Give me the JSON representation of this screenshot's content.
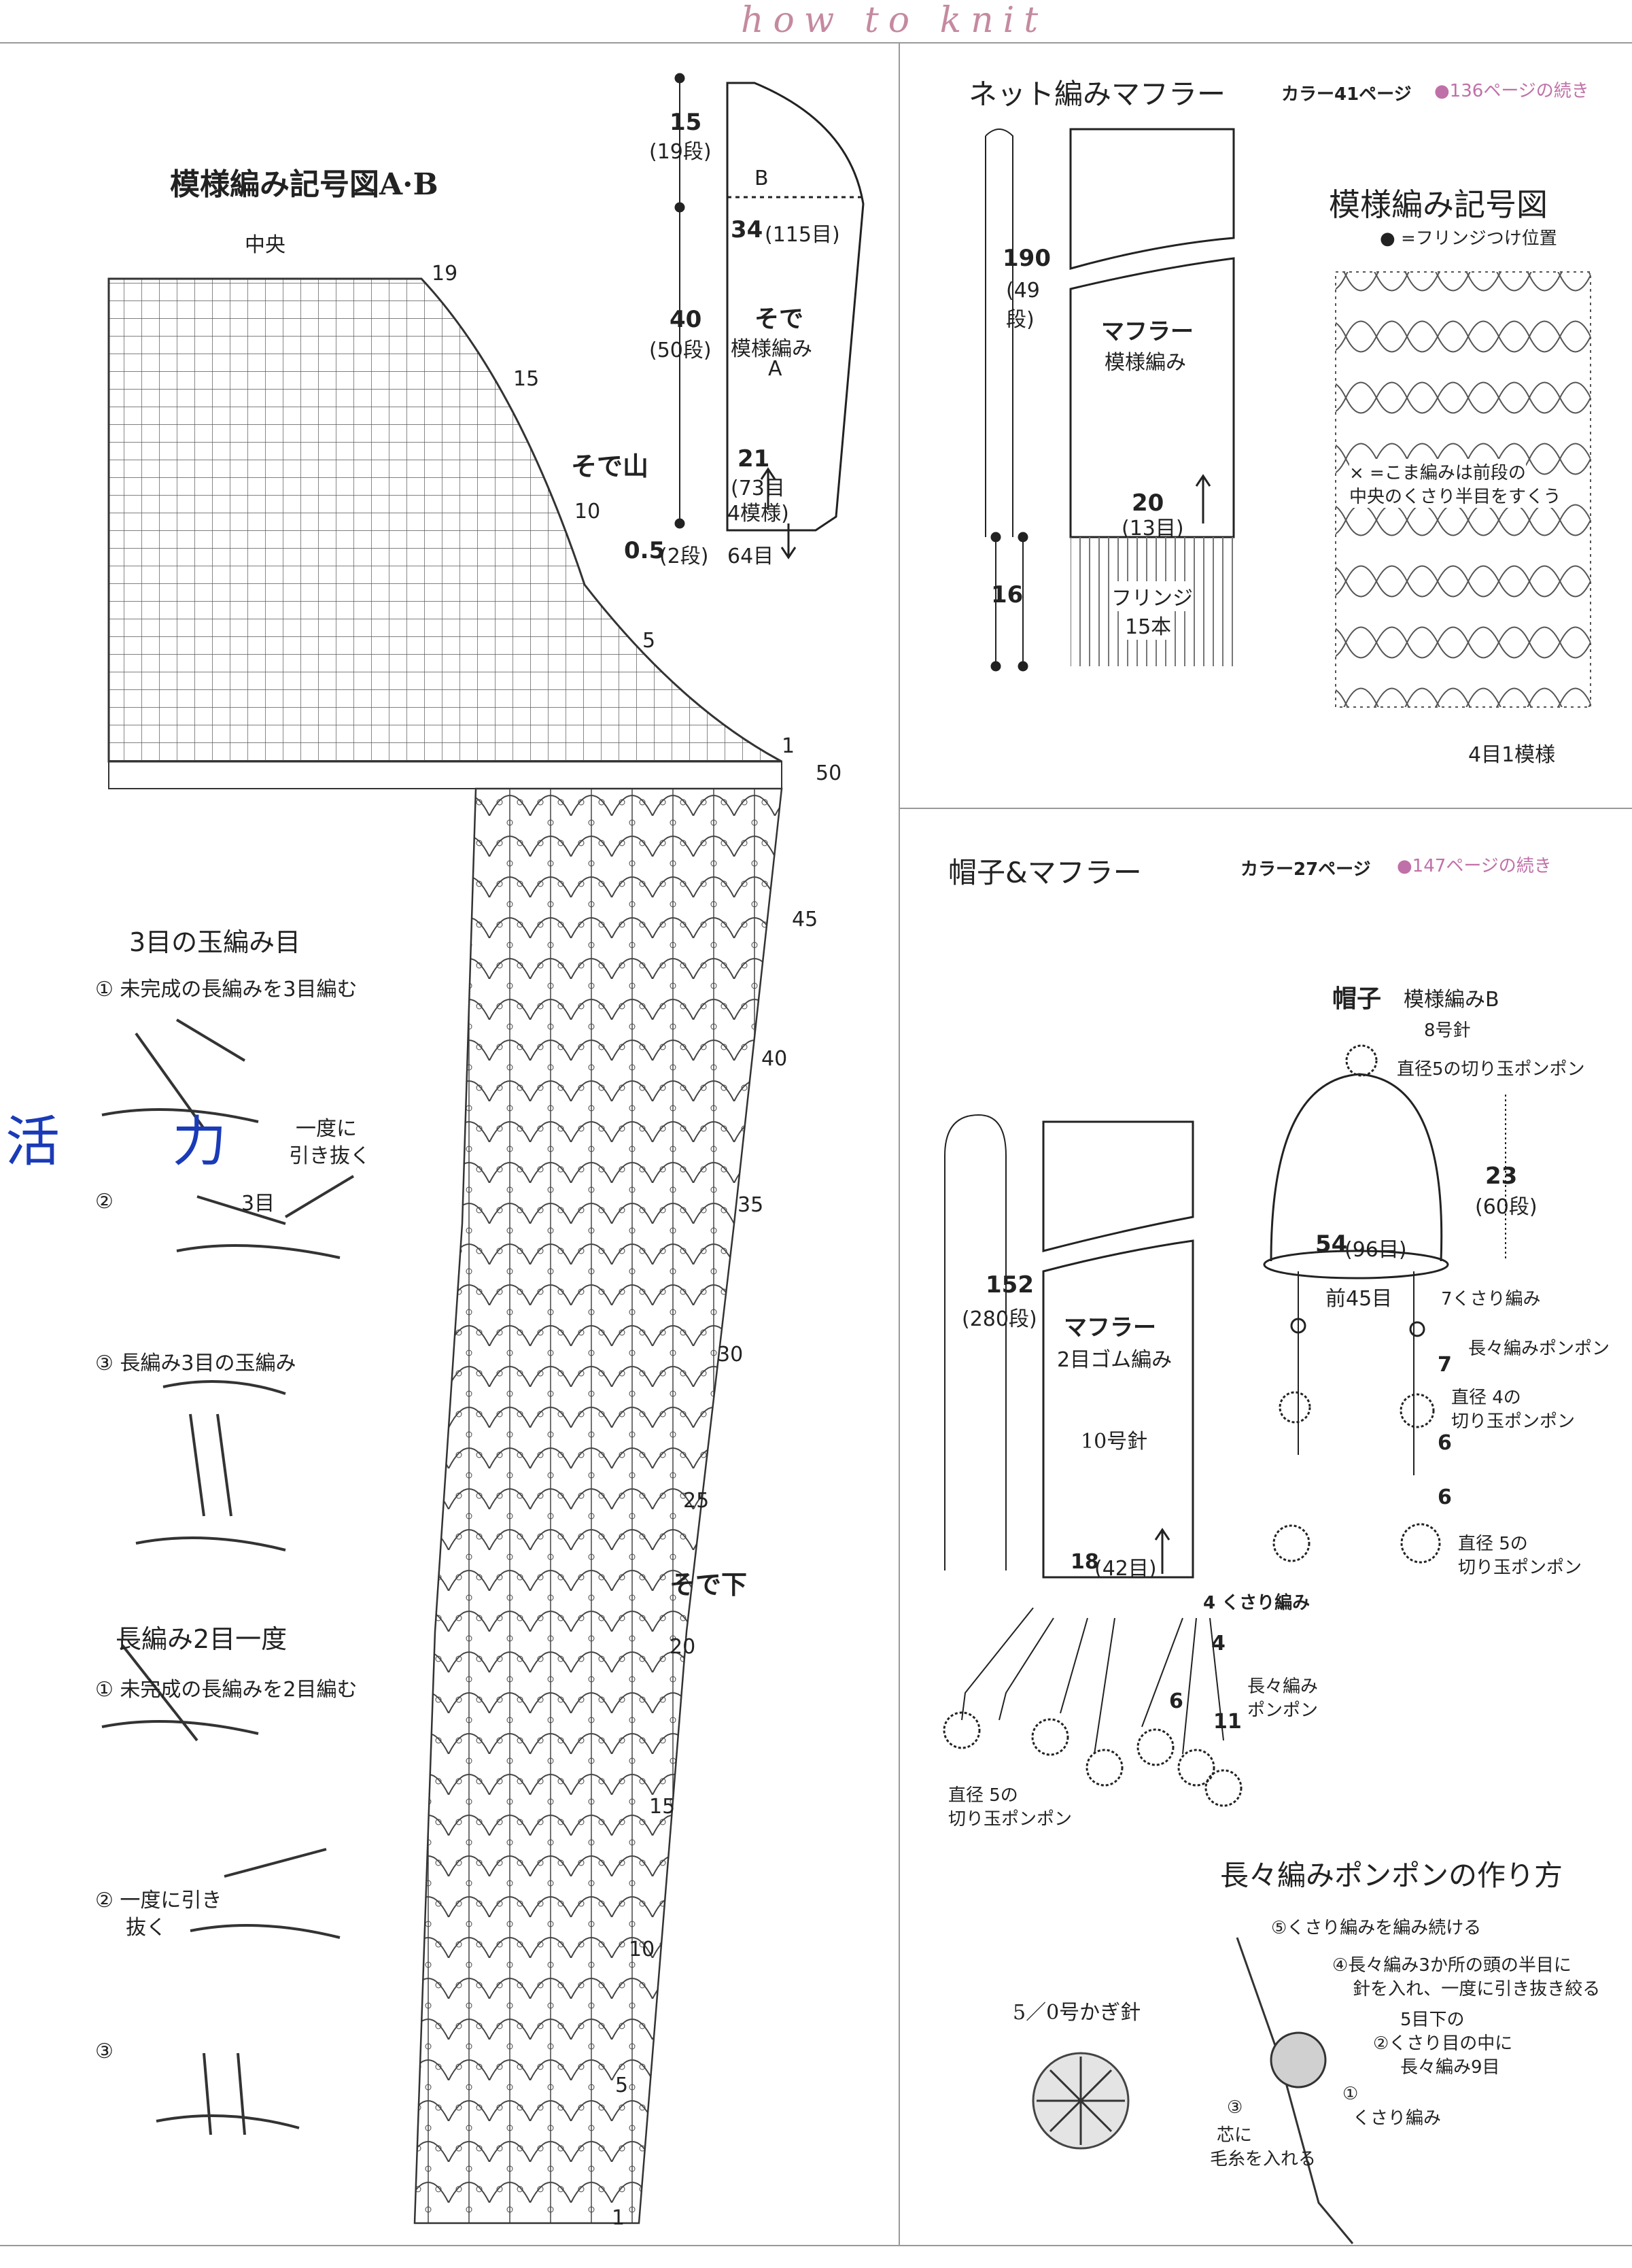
{
  "header": {
    "title": "how to knit"
  },
  "left": {
    "chart_title": "模様編み記号図A·B",
    "center_label": "中央",
    "row_marks": [
      "19",
      "15",
      "10",
      "5",
      "1",
      "50",
      "45",
      "40",
      "35",
      "30",
      "25",
      "20",
      "15",
      "10",
      "5",
      "1"
    ],
    "section_labels": {
      "sleeve_cap": "そで山",
      "sleeve_under": "そで下"
    },
    "schematic": {
      "title": "そで",
      "pattern": "模様編み",
      "pattern_letter": "A",
      "b_label": "B",
      "top": "15",
      "top_rows": "(19段)",
      "width": "34",
      "width_st": "(115目)",
      "height": "40",
      "height_rows": "(50段)",
      "bottom": "21",
      "bottom_st": "(73目",
      "bottom_rep": "4模様)",
      "edge": "0.5",
      "edge_rows": "(2段)",
      "edge_st": "64目"
    },
    "bobble": {
      "title": "3目の玉編み目",
      "step1": "① 未完成の長編みを3目編む",
      "note1": "一度に",
      "note2": "引き抜く",
      "step2": "②",
      "count": "3目",
      "step3": "③ 長編み3目の玉編み"
    },
    "dec": {
      "title": "長編み2目一度",
      "step1": "① 未完成の長編みを2目編む",
      "step2a": "② 一度に引き",
      "step2b": "抜く",
      "step3": "③"
    },
    "watermark": "活 力"
  },
  "net_muffler": {
    "title": "ネット編みマフラー",
    "color_ref": "カラー41ページ",
    "cont": "●136ページの続き",
    "length": "190",
    "length_rows": "(49段)",
    "fringe_len": "16",
    "label": "マフラー",
    "label_pattern": "模様編み",
    "width": "20",
    "width_st": "(13目)",
    "fringe": "フリンジ",
    "fringe_count": "15本",
    "chart_title": "模様編み記号図",
    "fringe_pos": "● =フリンジつけ位置",
    "note_line1": "× =こま編みは前段の",
    "note_line2": "中央のくさり半目をすくう",
    "repeat": "4目1模様"
  },
  "hat_muffler": {
    "title": "帽子&マフラー",
    "color_ref": "カラー27ページ",
    "cont": "●147ページの続き",
    "hat_label": "帽子",
    "hat_pattern": "模様編みB",
    "hat_needle": "8号針",
    "pom_top": "直径5の切り玉ポンポン",
    "hat_height": "23",
    "hat_rows": "(60段)",
    "hat_width": "54",
    "hat_width_st": "(96目)",
    "front": "前45目",
    "cord1": "7くさり編み",
    "tr_pom": "長々編みポンポン",
    "c7": "7",
    "pom4a": "直径 4の",
    "pom4b": "切り玉ポンポン",
    "c6a": "6",
    "c6b": "6",
    "pom5a": "直径 5の",
    "pom5b": "切り玉ポンポン",
    "muf_len": "152",
    "muf_rows": "(280段)",
    "muf_label": "マフラー",
    "muf_pattern": "2目ゴム編み",
    "muf_needle": "10号針",
    "muf_width": "18",
    "muf_width_st": "(42目)",
    "chain4": "4 くさり編み",
    "n4": "4",
    "n6": "6",
    "n11": "11",
    "tr_pom2a": "長々編み",
    "tr_pom2b": "ポンポン",
    "pom_botA": "直径 5の",
    "pom_botB": "切り玉ポンポン",
    "hook": "5／0号かぎ針",
    "how_title": "長々編みポンポンの作り方",
    "s5": "⑤くさり編みを編み続ける",
    "s4a": "④長々編み3か所の頭の半目に",
    "s4b": "針を入れ、一度に引き抜き絞る",
    "s2a": "5目下の",
    "s2b": "②くさり目の中に",
    "s2c": "長々編み9目",
    "s1a": "①",
    "s1b": "くさり編み",
    "s3a": "③",
    "s3b": "芯に",
    "s3c": "毛糸を入れる"
  }
}
